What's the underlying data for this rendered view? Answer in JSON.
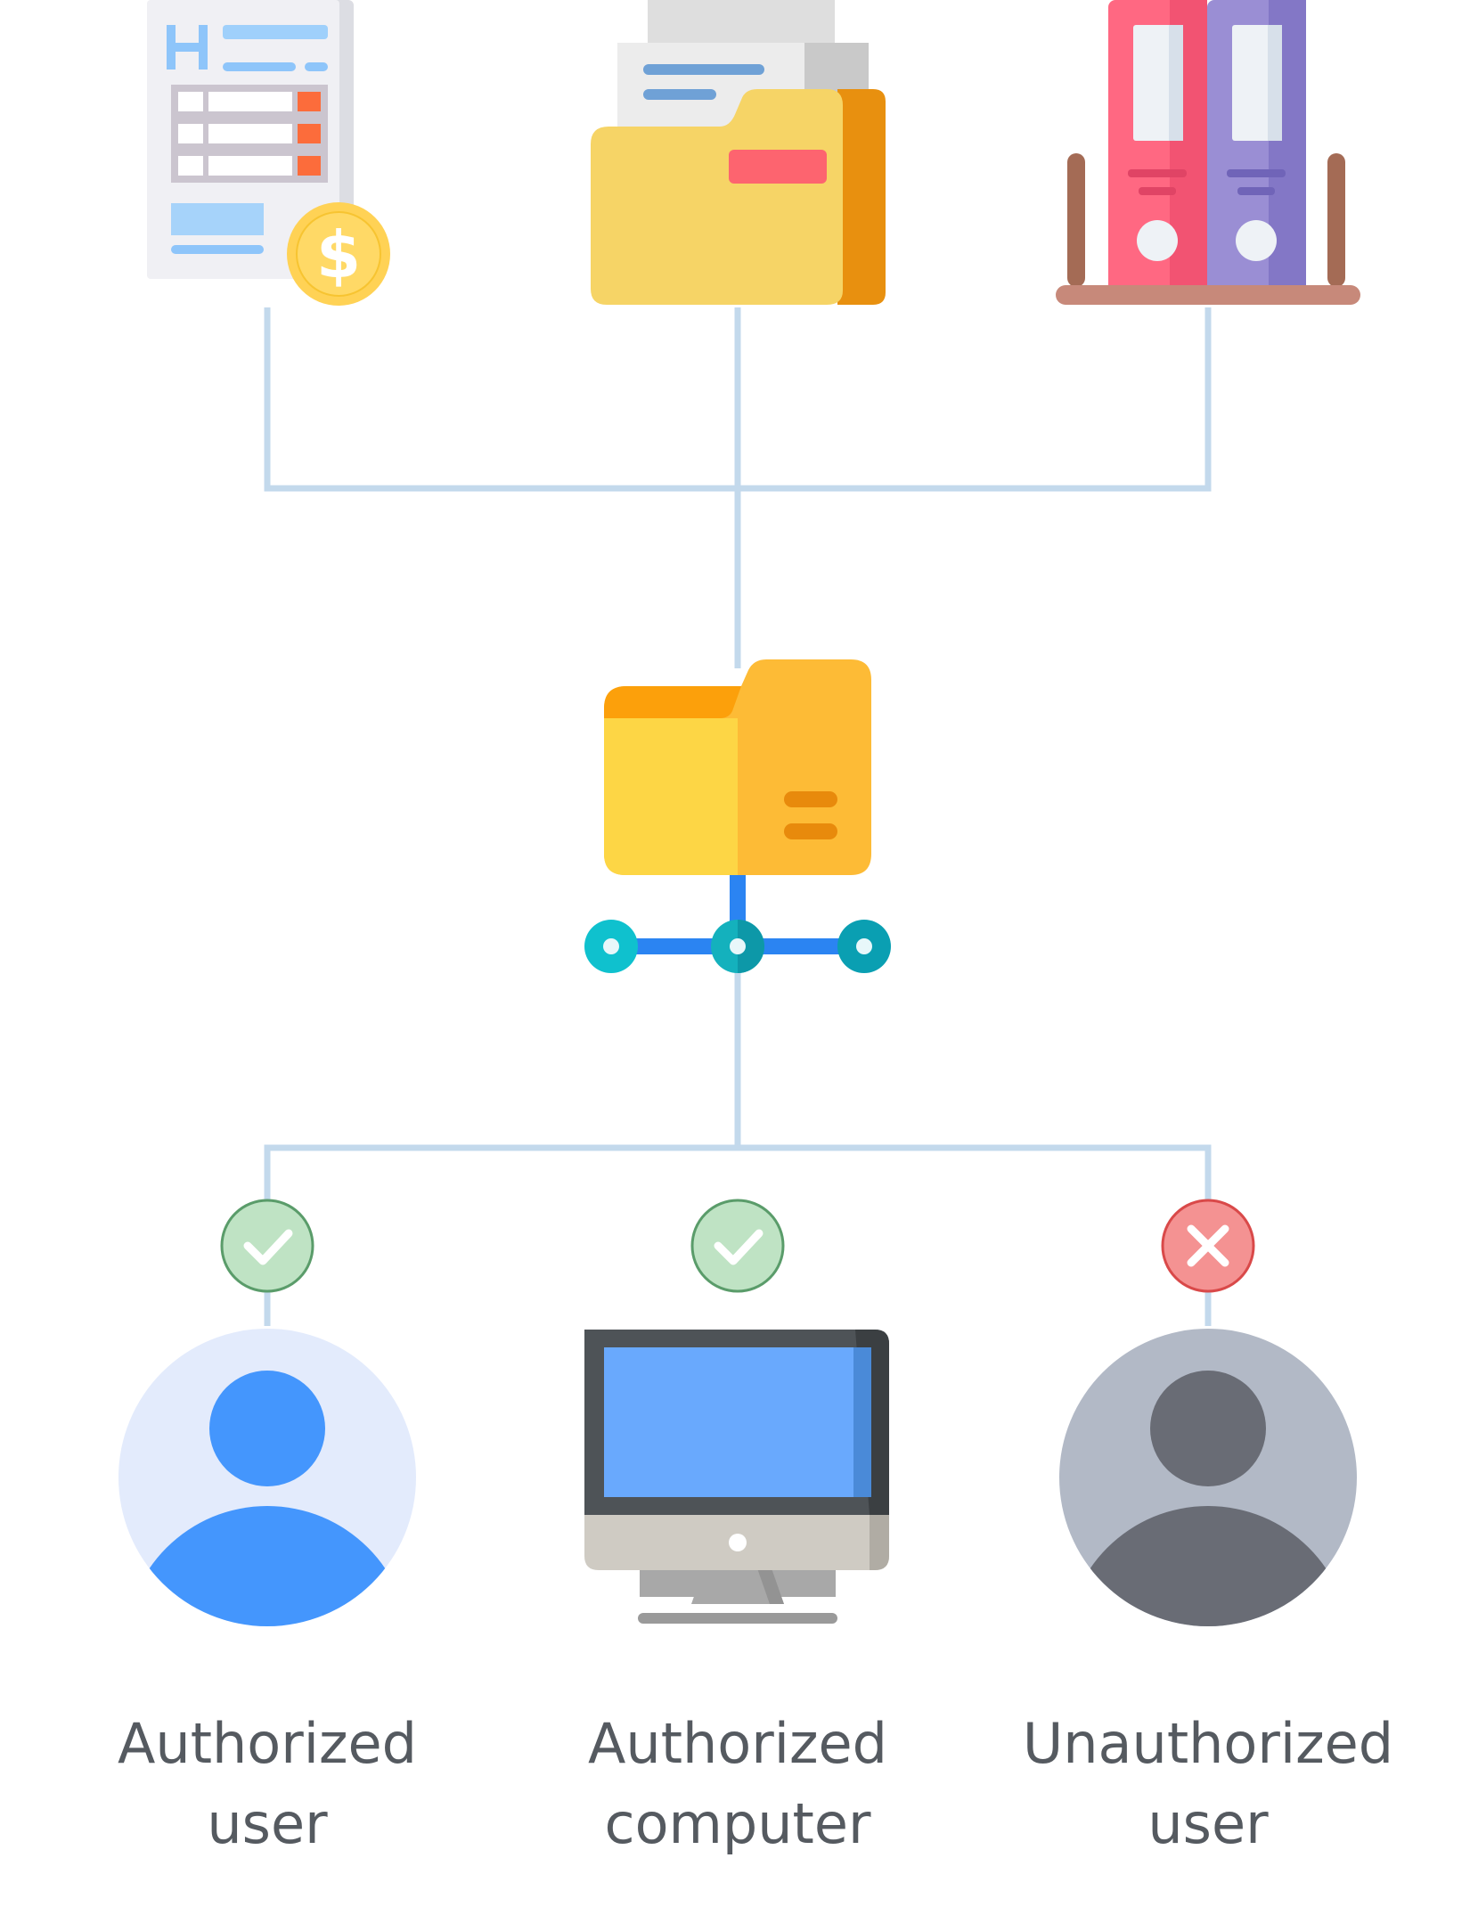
{
  "colors": {
    "connector": "#c3d9ec",
    "check_fill": "#bfe3c4",
    "check_stroke": "#5a9c6a",
    "deny_fill": "#f49292",
    "deny_stroke": "#d94949"
  },
  "top_row": [
    {
      "icon": "invoice-document-icon"
    },
    {
      "icon": "documents-folder-icon"
    },
    {
      "icon": "binders-shelf-icon"
    }
  ],
  "center": {
    "icon": "network-shared-folder-icon"
  },
  "clients": [
    {
      "icon": "authorized-user-avatar-icon",
      "status": "allowed",
      "status_icon": "check-icon",
      "label_line1": "Authorized",
      "label_line2": "user"
    },
    {
      "icon": "desktop-computer-icon",
      "status": "allowed",
      "status_icon": "check-icon",
      "label_line1": "Authorized",
      "label_line2": "computer"
    },
    {
      "icon": "unauthorized-user-avatar-icon",
      "status": "denied",
      "status_icon": "cross-icon",
      "label_line1": "Unauthorized",
      "label_line2": "user"
    }
  ]
}
